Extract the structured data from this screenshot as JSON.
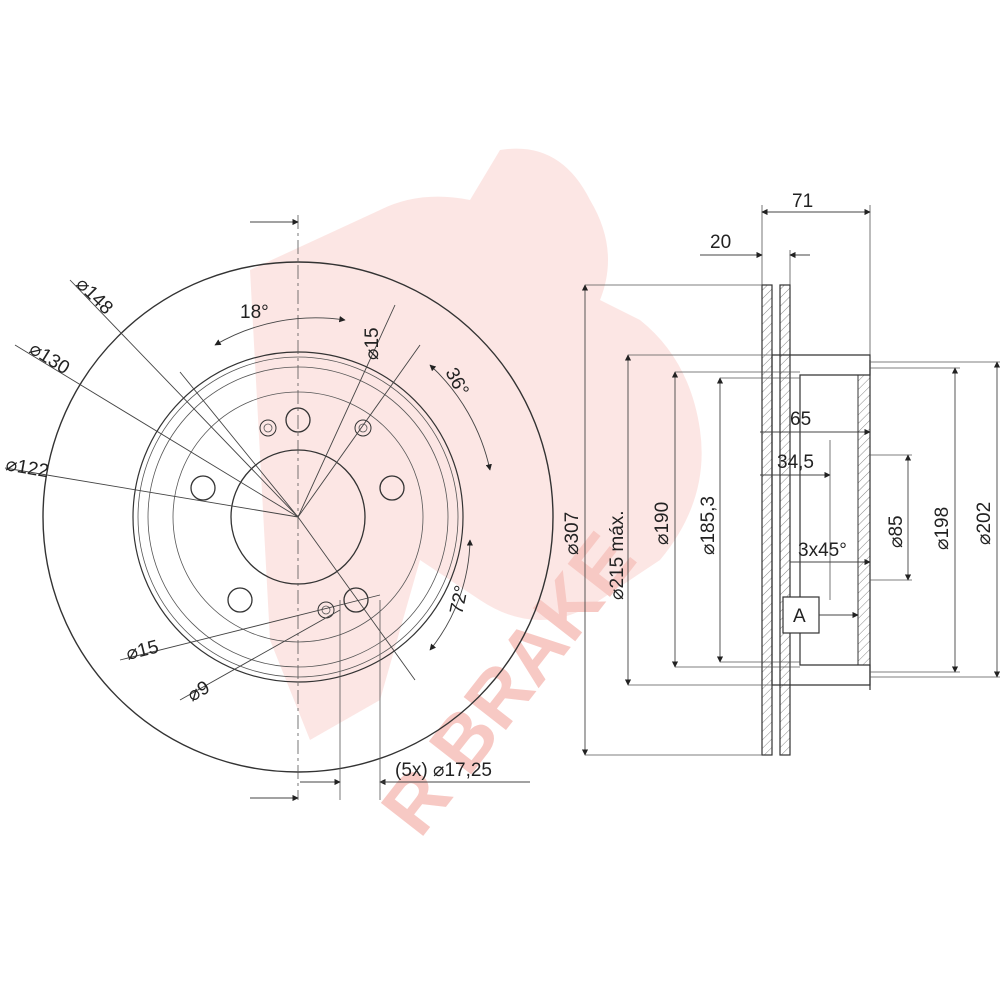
{
  "front_view": {
    "dia_148": "⌀148",
    "dia_130": "⌀130",
    "dia_122": "⌀122",
    "angle_18": "18°",
    "dia_15_top": "⌀15",
    "angle_36": "36°",
    "angle_72": "72°",
    "dia_15_bottom": "⌀15",
    "dia_9": "⌀9",
    "bolt_holes": "(5x) ⌀17,25"
  },
  "section_view": {
    "dim_71": "71",
    "dim_20": "20",
    "dim_65": "65",
    "dim_34_5": "34,5",
    "chamfer": "3x45°",
    "datum": "A",
    "dia_307": "⌀307",
    "dia_215": "⌀215 máx.",
    "dia_190": "⌀190",
    "dia_185_3": "⌀185,3",
    "dia_85": "⌀85",
    "dia_198": "⌀198",
    "dia_202": "⌀202"
  },
  "watermark": {
    "text": "R BRAKE",
    "color": "#f7c9c4"
  }
}
